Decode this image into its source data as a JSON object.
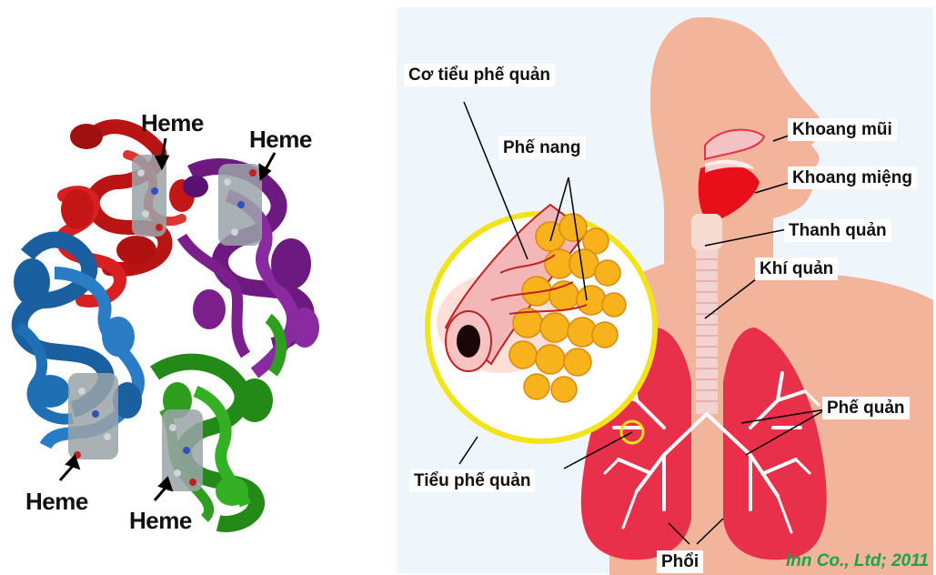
{
  "hemoglobin": {
    "heme_labels": [
      "Heme",
      "Heme",
      "Heme",
      "Heme"
    ],
    "subunit_colors": [
      "#c41616",
      "#7a1f8c",
      "#1f6fb5",
      "#2f9e1f"
    ]
  },
  "respiratory": {
    "labels": {
      "smooth_muscle": "Cơ tiểu phế quản",
      "alveoli": "Phế nang",
      "nasal_cavity": "Khoang mũi",
      "oral_cavity": "Khoang miệng",
      "larynx": "Thanh quản",
      "trachea": "Khí quản",
      "bronchi": "Phế quản",
      "bronchiole": "Tiểu phế quản",
      "lungs": "Phổi"
    },
    "credit": "Inn Co., Ltd; 2011",
    "colors": {
      "skin": "#f2b49a",
      "lung": "#e8304a",
      "alveoli": "#f7b21c",
      "ring": "#f2e31a",
      "credit": "#1aa34a"
    }
  }
}
